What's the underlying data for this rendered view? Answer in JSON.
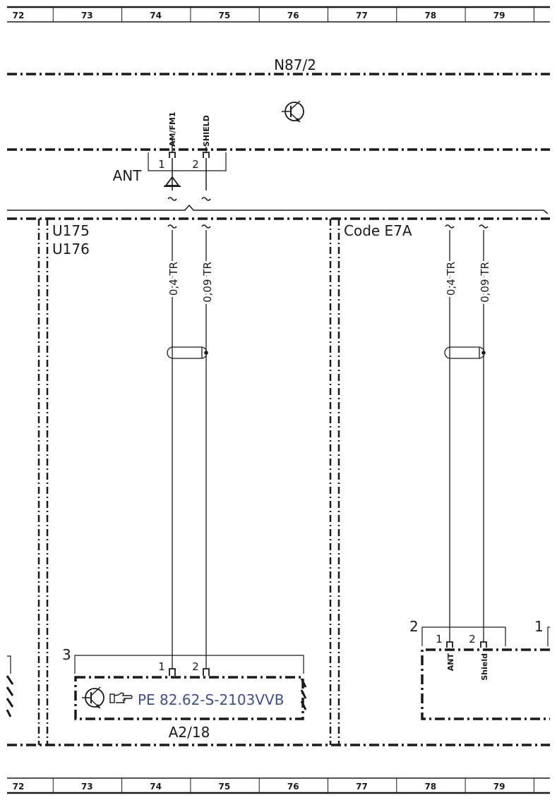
{
  "ruler": {
    "columns": [
      "72",
      "73",
      "74",
      "75",
      "76",
      "77",
      "78",
      "79"
    ]
  },
  "n87_2": {
    "name": "N87/2",
    "connector": "ANT",
    "pins": [
      {
        "number": "1",
        "signal": "AM/FM1"
      },
      {
        "number": "2",
        "signal": "SHIELD"
      }
    ]
  },
  "left_zone": {
    "codes": [
      "U175",
      "U176"
    ],
    "wires": [
      {
        "label": "0,4 TR"
      },
      {
        "label": "0,09 TR"
      }
    ],
    "a2_18": {
      "name": "A2/18",
      "connector_number": "3",
      "pins": [
        "1",
        "2"
      ],
      "reference": "PE 82.62-S-2103VVB"
    }
  },
  "right_zone": {
    "code": "Code E7A",
    "wires": [
      {
        "label": "0,4 TR"
      },
      {
        "label": "0,09 TR"
      }
    ],
    "connector_number": "2",
    "next_connector_number": "1",
    "pins": [
      {
        "number": "1",
        "signal": "ANT"
      },
      {
        "number": "2",
        "signal": "Shield"
      }
    ]
  },
  "icons": {
    "component": "transistor-icon",
    "reference": "pointing-hand-icon"
  }
}
